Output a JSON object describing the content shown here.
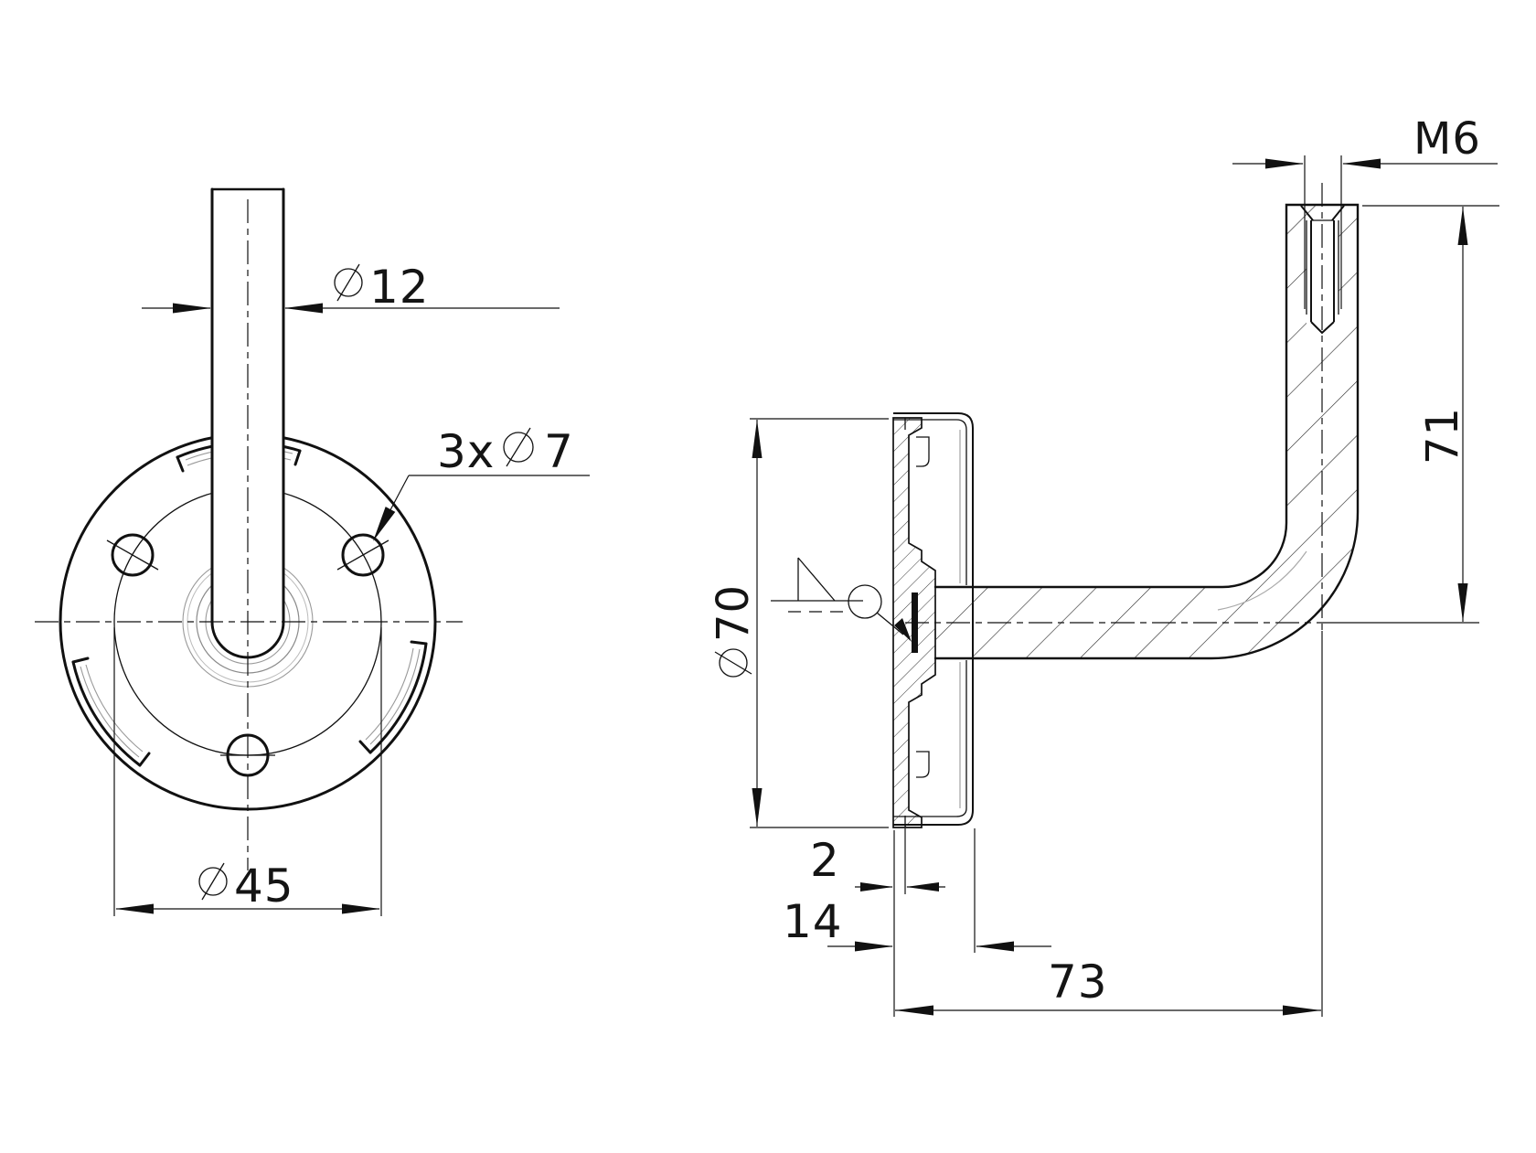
{
  "meta": {
    "background": "#ffffff",
    "line_color": "#111111",
    "light_line_color": "#9a9a9a"
  },
  "front_view": {
    "rod_diameter": {
      "symbol": "⌀",
      "value": "12",
      "full": "⌀12"
    },
    "hole_callout": {
      "count": "3x",
      "symbol": "⌀",
      "value": "7",
      "full": "3x ⌀7"
    },
    "bolt_circle_diameter": {
      "symbol": "⌀",
      "value": "45",
      "full": "⌀45"
    }
  },
  "side_view": {
    "thread_callout": {
      "full": "M6"
    },
    "vertical_arm_length": {
      "full": "71"
    },
    "flange_diameter": {
      "symbol": "⌀",
      "value": "70",
      "full": "⌀70"
    },
    "cover_gap": {
      "full": "2"
    },
    "base_depth": {
      "full": "14"
    },
    "arm_reach": {
      "full": "73"
    }
  }
}
